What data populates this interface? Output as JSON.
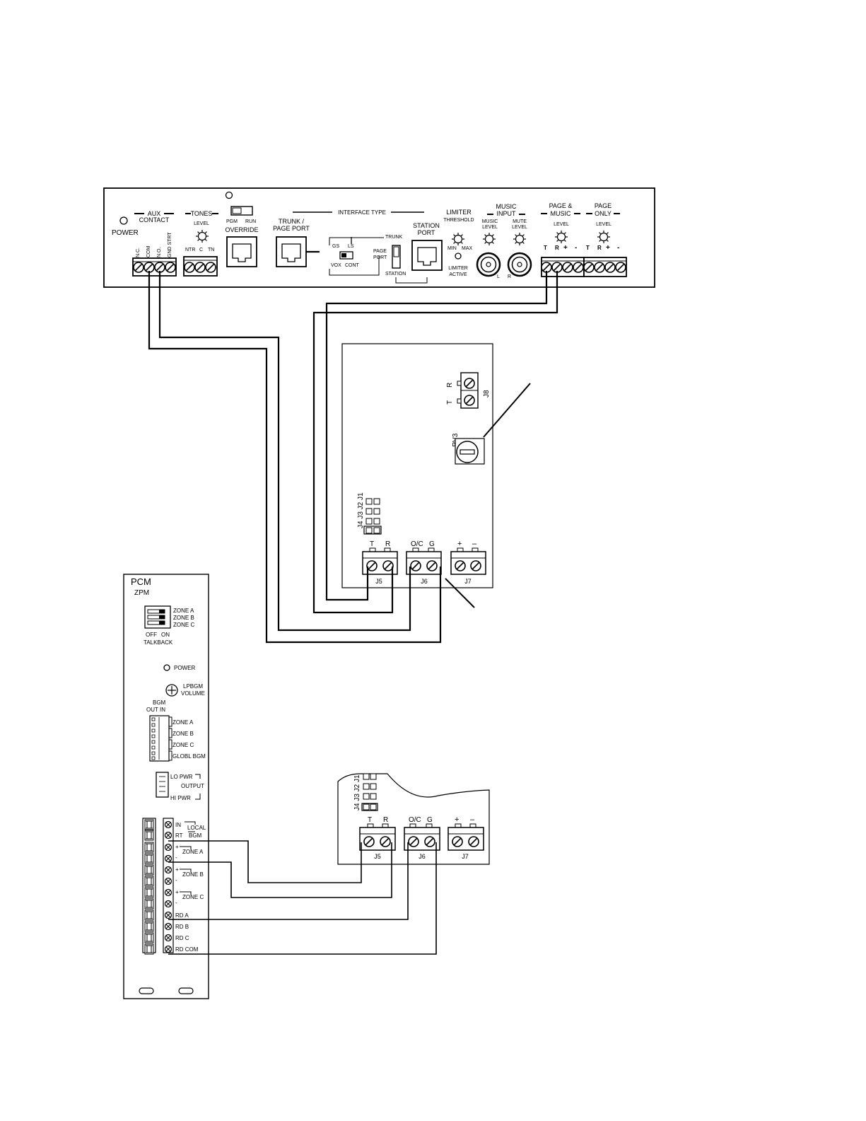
{
  "amplifier": {
    "power": "POWER",
    "aux_contact_1": "AUX",
    "aux_contact_2": "CONTACT",
    "aux_terms": [
      "N.C.",
      "COM",
      "N.O.",
      "GND STRT"
    ],
    "tones": "TONES",
    "tones_level": "LEVEL",
    "tone_terms": [
      "NTR",
      "C",
      "TN"
    ],
    "pgm": "PGM",
    "run": "RUN",
    "override": "OVERRIDE",
    "trunk_page_port_1": "TRUNK /",
    "trunk_page_port_2": "PAGE PORT",
    "interface_type": "INTERFACE TYPE",
    "gs": "GS",
    "ls": "LS",
    "trunk": "TRUNK",
    "vox": "VOX",
    "cont": "CONT",
    "page_port_1": "PAGE",
    "page_port_2": "PORT",
    "station": "STATION",
    "station_port_1": "STATION",
    "station_port_2": "PORT",
    "limiter": "LIMITER",
    "threshold": "THRESHOLD",
    "min": "MIN",
    "max": "MAX",
    "limiter_active_1": "LIMITER",
    "limiter_active_2": "ACTIVE",
    "music_input_1": "MUSIC",
    "music_input_2": "INPUT",
    "music_level_1": "MUSIC",
    "music_level_2": "LEVEL",
    "mute_level_1": "MUTE",
    "mute_level_2": "LEVEL",
    "left": "L",
    "right": "R",
    "page_music_1": "PAGE &",
    "page_music_2": "MUSIC",
    "page_only_1": "PAGE",
    "page_only_2": "ONLY",
    "level": "LEVEL",
    "page_terms": [
      "T",
      "R",
      "+",
      "-"
    ]
  },
  "board_upper": {
    "j8": "J8",
    "t": "T",
    "r": "R",
    "rv3": "RV3",
    "jumpers": "J4 J3 J2 J1",
    "j5_t": "T",
    "j5_r": "R",
    "j6_oc": "O/C",
    "j6_g": "G",
    "j7_plus": "+",
    "j7_minus": "–",
    "j5": "J5",
    "j6": "J6",
    "j7": "J7"
  },
  "pcm": {
    "title": "PCM",
    "subtitle": "ZPM",
    "zone_a": "ZONE A",
    "zone_b": "ZONE B",
    "zone_c": "ZONE C",
    "off": "OFF",
    "on": "ON",
    "talkback": "TALKBACK",
    "power": "POWER",
    "lpbgm_1": "LPBGM",
    "lpbgm_2": "VOLUME",
    "bgm": "BGM",
    "out_in": "OUT IN",
    "sw_zone_a": "ZONE A",
    "sw_zone_b": "ZONE B",
    "sw_zone_c": "ZONE C",
    "globl_bgm": "GLOBL BGM",
    "lo_pwr": "LO PWR",
    "output": "OUTPUT",
    "hi_pwr": "HI PWR",
    "in": "IN",
    "rt": "RT",
    "local": "LOCAL",
    "bgm2": "BGM",
    "plus": "+",
    "minus": "-",
    "t_zone_a": "ZONE A",
    "t_zone_b": "ZONE B",
    "t_zone_c": "ZONE C",
    "rd_a": "RD A",
    "rd_b": "RD B",
    "rd_c": "RD C",
    "rd_com": "RD COM"
  },
  "board_lower": {
    "jumpers": "J4 J3 J2 J1",
    "j5_t": "T",
    "j5_r": "R",
    "j6_oc": "O/C",
    "j6_g": "G",
    "j7_plus": "+",
    "j7_minus": "–",
    "j5": "J5",
    "j6": "J6",
    "j7": "J7"
  }
}
